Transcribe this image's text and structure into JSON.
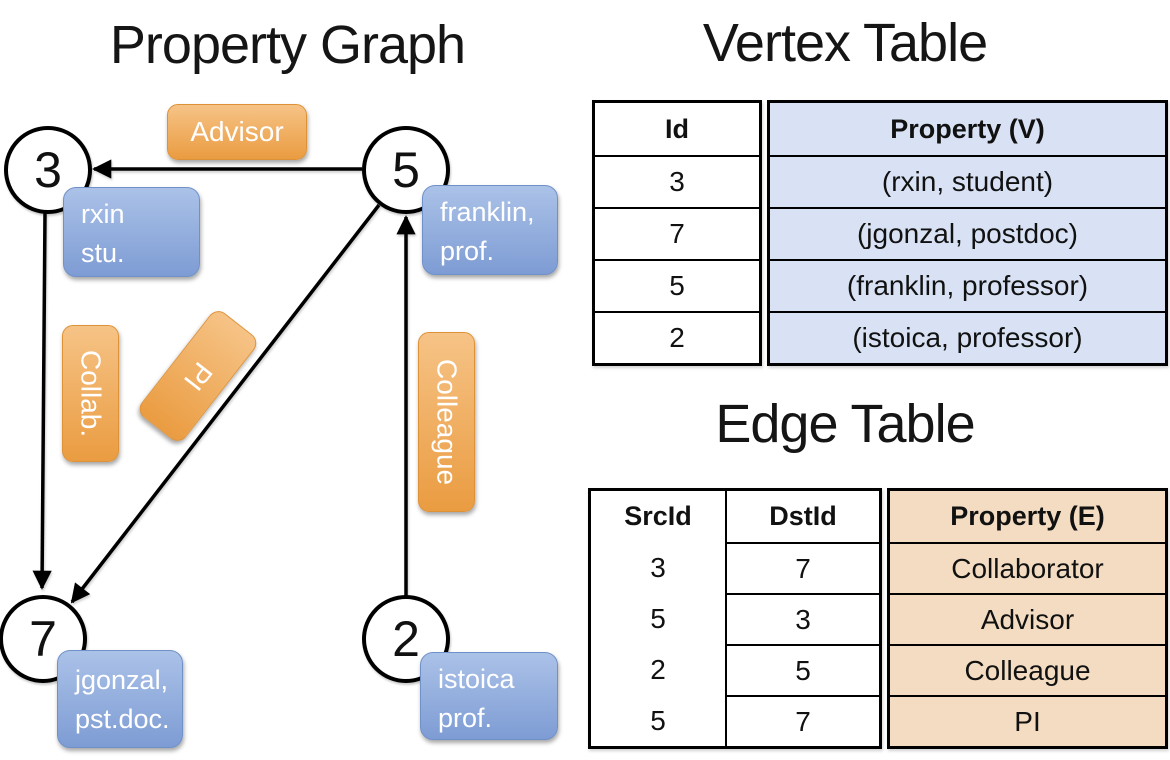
{
  "titles": {
    "graph": "Property Graph",
    "vertex_table": "Vertex Table",
    "edge_table": "Edge Table"
  },
  "graph": {
    "nodes": [
      {
        "id": "3",
        "property_lines": [
          "rxin",
          "stu."
        ]
      },
      {
        "id": "5",
        "property_lines": [
          "franklin,",
          "prof."
        ]
      },
      {
        "id": "7",
        "property_lines": [
          "jgonzal,",
          "pst.doc."
        ]
      },
      {
        "id": "2",
        "property_lines": [
          "istoica",
          "prof."
        ]
      }
    ],
    "edges": [
      {
        "src": "5",
        "dst": "3",
        "label": "Advisor"
      },
      {
        "src": "3",
        "dst": "7",
        "label": "Collab."
      },
      {
        "src": "5",
        "dst": "7",
        "label": "PI"
      },
      {
        "src": "2",
        "dst": "5",
        "label": "Colleague"
      }
    ]
  },
  "vertex_table": {
    "headers": [
      "Id",
      "Property (V)"
    ],
    "rows": [
      [
        "3",
        "(rxin, student)"
      ],
      [
        "7",
        "(jgonzal, postdoc)"
      ],
      [
        "5",
        "(franklin, professor)"
      ],
      [
        "2",
        "(istoica, professor)"
      ]
    ]
  },
  "edge_table": {
    "headers": [
      "SrcId",
      "DstId",
      "Property (E)"
    ],
    "rows": [
      [
        "3",
        "7",
        "Collaborator"
      ],
      [
        "5",
        "3",
        "Advisor"
      ],
      [
        "2",
        "5",
        "Colleague"
      ],
      [
        "5",
        "7",
        "PI"
      ]
    ]
  },
  "colors": {
    "edge_label_orange": "#efa24b",
    "vertex_property_blue": "#8aa6d8",
    "vertex_table_property_bg": "#d8e2f4",
    "edge_table_property_bg": "#f3dcc1",
    "line_black": "#000000"
  }
}
